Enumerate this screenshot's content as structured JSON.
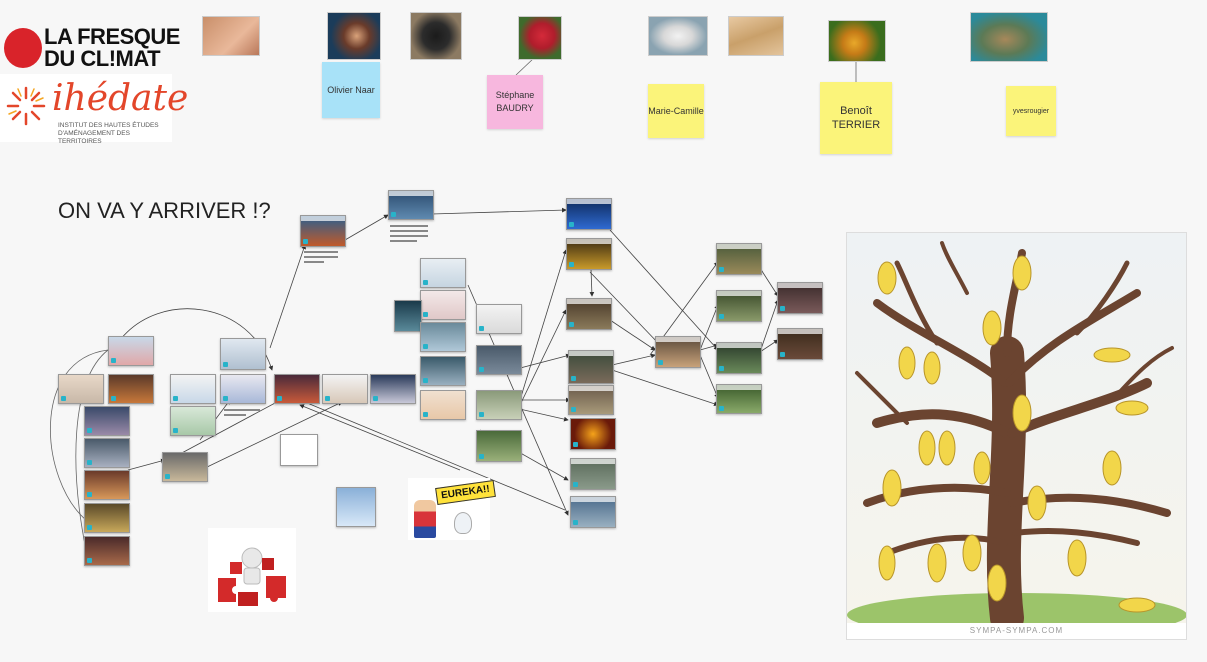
{
  "logos": {
    "fresque_line1": "LA FRESQUE",
    "fresque_line2": "DU CL!MAT",
    "ihedate_word": "ihédate",
    "ihedate_sub": "INSTITUT DES HAUTES ÉTUDES D'AMÉNAGEMENT DES TERRITOIRES"
  },
  "board": {
    "title": "ON VA Y ARRIVER !?"
  },
  "stickies": [
    {
      "label": "Olivier Naar",
      "color": "#a8e2f8"
    },
    {
      "label": "Stéphane BAUDRY",
      "color": "#f7b7de"
    },
    {
      "label": "Marie-Camille",
      "color": "#fbf47a"
    },
    {
      "label": "Benoît TERRIER",
      "color": "#fbf47a"
    },
    {
      "label": "yvesrougier",
      "color": "#fbf47a"
    }
  ],
  "eureka": {
    "label": "EUREKA!!"
  },
  "tree": {
    "caption": "SYMPA-SYMPA.COM"
  },
  "colors": {
    "accent": "#28b3c9",
    "fresque_red": "#d9232a",
    "ihedate_orange": "#e3462a"
  }
}
